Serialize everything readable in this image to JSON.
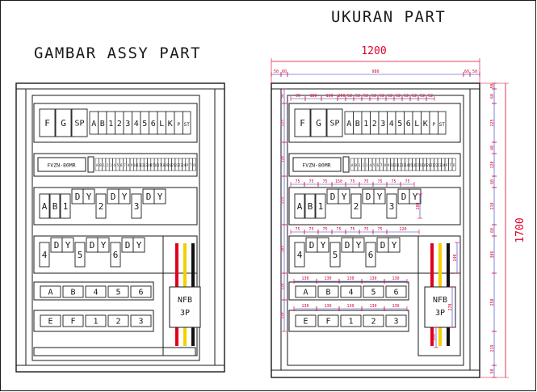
{
  "titles": {
    "left": "GAMBAR ASSY PART",
    "right": "UKURAN PART"
  },
  "colors": {
    "stroke": "#1a1a1a",
    "dim": "#e0002a",
    "dimline": "#3030c8",
    "wire_red": "#e0001c",
    "wire_yellow": "#f2d000",
    "wire_black": "#111111"
  },
  "row1": [
    "F",
    "G",
    "SP",
    "A",
    "B",
    "1",
    "2",
    "3",
    "4",
    "5",
    "6",
    "L",
    "K",
    "P",
    "ST"
  ],
  "row2_label": "FVZN-80MR",
  "row2_cells": [
    "A",
    "B",
    "1",
    "2",
    "3",
    "4",
    "5",
    "6",
    "7",
    "8",
    "9",
    "10",
    "11",
    "12",
    "13",
    "14",
    "15",
    "16",
    "17",
    "18",
    "19",
    "20",
    "21",
    "22",
    "23",
    "24",
    "P",
    "T",
    "D"
  ],
  "row3": [
    "A",
    "B",
    "1",
    "D",
    "Y",
    "2",
    "D",
    "Y",
    "3",
    "D",
    "Y"
  ],
  "row4": [
    "4",
    "D",
    "Y",
    "5",
    "D",
    "Y",
    "6",
    "D",
    "Y"
  ],
  "row5": [
    "A",
    "B",
    "4",
    "5",
    "6"
  ],
  "row6": [
    "E",
    "F",
    "1",
    "2",
    "3"
  ],
  "nfb": {
    "line1": "NFB",
    "line2": "3P"
  },
  "dims": {
    "overall_width": "1200",
    "overall_height": "1700",
    "top": [
      "50",
      "60",
      "980",
      "60",
      "50"
    ],
    "row1": [
      "90",
      "180",
      "130",
      "200",
      "52",
      "52",
      "52",
      "52",
      "52",
      "52",
      "52",
      "52",
      "52",
      "52",
      "52"
    ],
    "row3": [
      "75",
      "75",
      "75",
      "150",
      "75",
      "75",
      "75",
      "75",
      "75"
    ],
    "row4": [
      "75",
      "75",
      "75",
      "75",
      "75",
      "75",
      "75",
      "220"
    ],
    "row5": [
      "130",
      "130",
      "130",
      "130",
      "130"
    ],
    "row6": [
      "130",
      "130",
      "130",
      "130",
      "130"
    ],
    "left": [
      "50",
      "225",
      "120",
      "215",
      "185",
      "120",
      "120"
    ],
    "right": [
      "50",
      "60",
      "225",
      "40",
      "120",
      "60",
      "210",
      "60",
      "306",
      "250",
      "219",
      "50"
    ],
    "mid_labels": [
      "240",
      "270",
      "280",
      "300"
    ]
  }
}
